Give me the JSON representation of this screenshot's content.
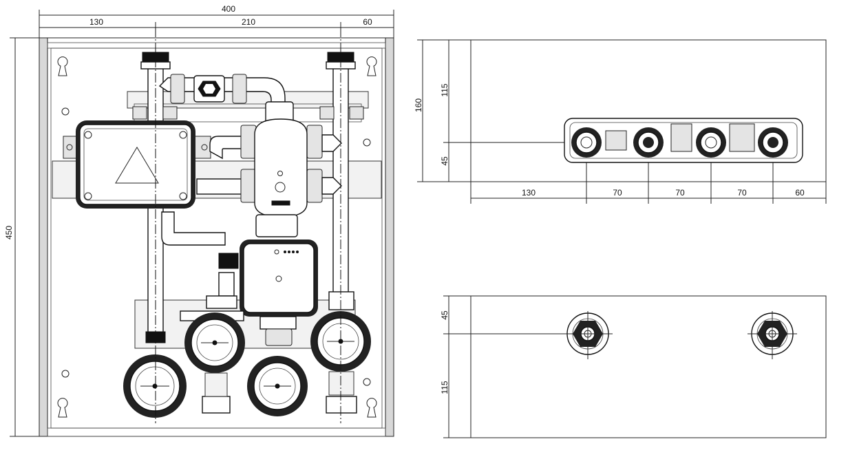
{
  "front_view": {
    "dim_total_width": "400",
    "dim_left_segment": "130",
    "dim_middle_segment": "210",
    "dim_right_segment": "60",
    "dim_height": "450"
  },
  "top_view": {
    "dim_total_depth": "160",
    "dim_upper_depth": "115",
    "dim_lower_depth": "45",
    "dim_offset_1": "130",
    "dim_offset_2": "70",
    "dim_offset_3": "70",
    "dim_offset_4": "70",
    "dim_offset_5": "60"
  },
  "bottom_view": {
    "dim_lower_depth": "45",
    "dim_upper_depth": "115"
  },
  "colors": {
    "line": "#111111",
    "fill_grey": "#e4e4e4",
    "background": "#ffffff"
  }
}
